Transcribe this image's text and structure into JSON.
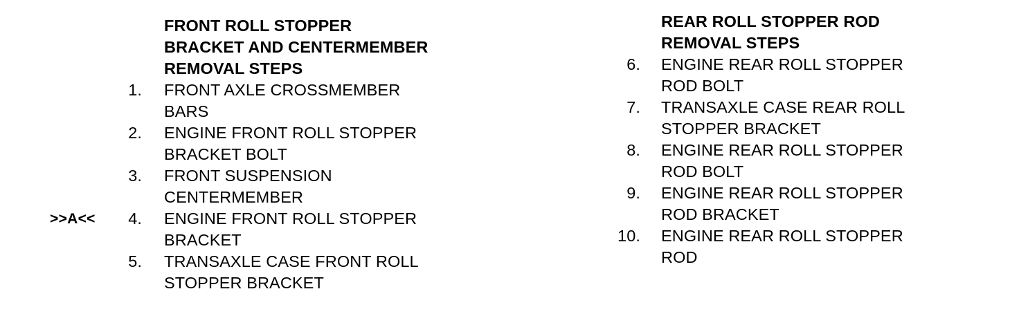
{
  "document": {
    "background_color": "#ffffff",
    "text_color": "#000000"
  },
  "left_column": {
    "heading": "FRONT ROLL STOPPER BRACKET AND CENTERMEMBER REMOVAL STEPS",
    "items": [
      {
        "number": "1.",
        "text": "FRONT AXLE CROSSMEMBER BARS",
        "marker": ""
      },
      {
        "number": "2.",
        "text": "ENGINE FRONT ROLL STOPPER BRACKET BOLT",
        "marker": ""
      },
      {
        "number": "3.",
        "text": "FRONT SUSPENSION CENTERMEMBER",
        "marker": ""
      },
      {
        "number": "4.",
        "text": "ENGINE FRONT ROLL STOPPER BRACKET",
        "marker": ">>A<<"
      },
      {
        "number": "5.",
        "text": "TRANSAXLE CASE FRONT ROLL STOPPER BRACKET",
        "marker": ""
      }
    ]
  },
  "right_column": {
    "heading": "REAR ROLL STOPPER ROD REMOVAL STEPS",
    "items": [
      {
        "number": "6.",
        "text": "ENGINE REAR ROLL STOPPER ROD BOLT",
        "marker": ""
      },
      {
        "number": "7.",
        "text": "TRANSAXLE CASE REAR ROLL STOPPER BRACKET",
        "marker": ""
      },
      {
        "number": "8.",
        "text": "ENGINE REAR ROLL STOPPER ROD BOLT",
        "marker": ""
      },
      {
        "number": "9.",
        "text": "ENGINE REAR ROLL STOPPER ROD BRACKET",
        "marker": ""
      },
      {
        "number": "10.",
        "text": "ENGINE REAR ROLL STOPPER ROD",
        "marker": ""
      }
    ]
  }
}
